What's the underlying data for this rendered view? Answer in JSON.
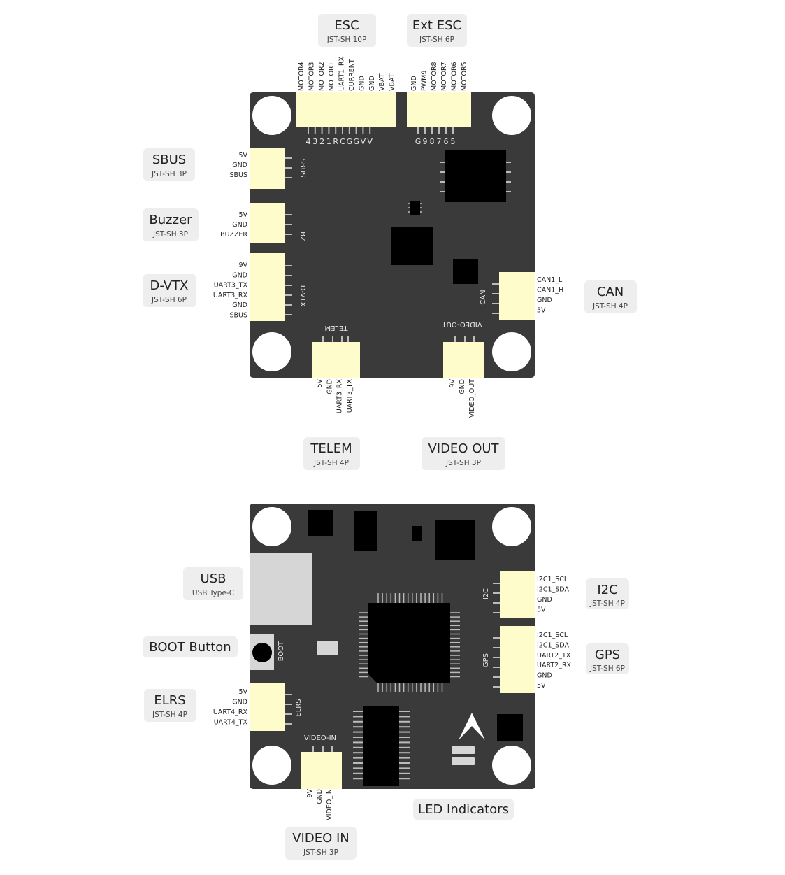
{
  "top": {
    "labels": {
      "esc": {
        "title": "ESC",
        "sub": "JST-SH 10P"
      },
      "ext_esc": {
        "title": "Ext ESC",
        "sub": "JST-SH 6P"
      },
      "sbus": {
        "title": "SBUS",
        "sub": "JST-SH 3P"
      },
      "buzzer": {
        "title": "Buzzer",
        "sub": "JST-SH 3P"
      },
      "dvtx": {
        "title": "D-VTX",
        "sub": "JST-SH 6P"
      },
      "can": {
        "title": "CAN",
        "sub": "JST-SH 4P"
      },
      "telem": {
        "title": "TELEM",
        "sub": "JST-SH 4P"
      },
      "video_out": {
        "title": "VIDEO OUT",
        "sub": "JST-SH 3P"
      }
    },
    "esc_pins": [
      "MOTOR4",
      "MOTOR3",
      "MOTOR2",
      "MOTOR1",
      "UART1_RX",
      "CURRENT",
      "GND",
      "GND",
      "VBAT",
      "VBAT"
    ],
    "esc_short": [
      "4",
      "3",
      "2",
      "1",
      "R",
      "C",
      "G",
      "G",
      "V",
      "V"
    ],
    "ext_esc_pins": [
      "GND",
      "PWM9",
      "MOTOR8",
      "MOTOR7",
      "MOTOR6",
      "MOTOR5"
    ],
    "ext_esc_short": [
      "G",
      "9",
      "8",
      "7",
      "6",
      "5"
    ],
    "sbus_pins": [
      "5V",
      "GND",
      "SBUS"
    ],
    "buzzer_pins": [
      "5V",
      "GND",
      "BUZZER"
    ],
    "dvtx_pins": [
      "9V",
      "GND",
      "UART3_TX",
      "UART3_RX",
      "GND",
      "SBUS"
    ],
    "can_pins": [
      "CAN1_L",
      "CAN1_H",
      "GND",
      "5V"
    ],
    "telem_pins": [
      "5V",
      "GND",
      "UART3_RX",
      "UART3_TX"
    ],
    "video_out_pins": [
      "9V",
      "GND",
      "VIDEO_OUT"
    ],
    "silk": {
      "sbus": "SBUS",
      "bz": "BZ",
      "dvtx": "D-VTX",
      "can": "CAN",
      "telem": "TELEM",
      "video_out": "VIDEO-OUT"
    }
  },
  "bottom": {
    "labels": {
      "usb": {
        "title": "USB",
        "sub": "USB Type-C"
      },
      "boot": {
        "title": "BOOT Button"
      },
      "elrs": {
        "title": "ELRS",
        "sub": "JST-SH 4P"
      },
      "i2c": {
        "title": "I2C",
        "sub": "JST-SH 4P"
      },
      "gps": {
        "title": "GPS",
        "sub": "JST-SH 6P"
      },
      "video_in": {
        "title": "VIDEO IN",
        "sub": "JST-SH 3P"
      },
      "led": {
        "title": "LED Indicators"
      }
    },
    "i2c_pins": [
      "I2C1_SCL",
      "I2C1_SDA",
      "GND",
      "5V"
    ],
    "gps_pins": [
      "I2C1_SCL",
      "I2C1_SDA",
      "UART2_TX",
      "UART2_RX",
      "GND",
      "5V"
    ],
    "elrs_pins": [
      "5V",
      "GND",
      "UART4_RX",
      "UART4_TX"
    ],
    "video_in_pins": [
      "9V",
      "GND",
      "VIDEO_IN"
    ],
    "silk": {
      "i2c": "I2C",
      "gps": "GPS",
      "elrs": "ELRS",
      "boot": "BOOT",
      "video_in": "VIDEO-IN"
    }
  },
  "colors": {
    "board": "#3a3a3a",
    "connector": "#fffccc",
    "label_bg": "#eeeeee",
    "usb": "#d6d6d6"
  }
}
